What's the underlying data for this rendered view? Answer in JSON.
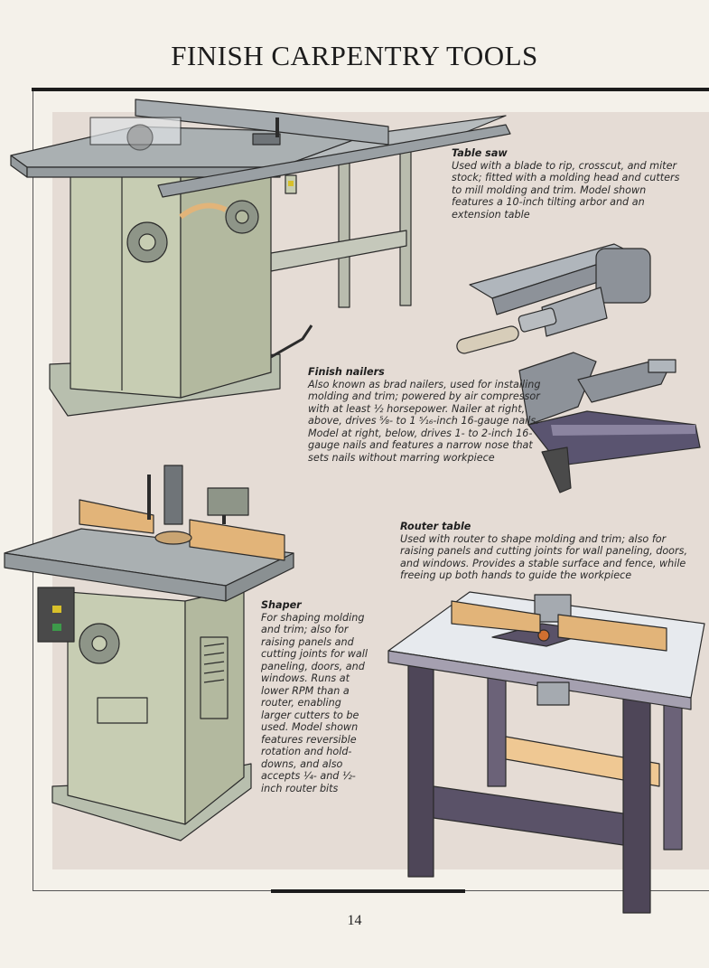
{
  "page": {
    "title": "FINISH CARPENTRY TOOLS",
    "page_number": "14"
  },
  "tools": {
    "table_saw": {
      "name": "Table saw",
      "description": "Used with a blade to rip, crosscut, and miter stock; fitted with a molding head and cutters to mill molding and trim. Model shown features a 10-inch tilting arbor and an extension table"
    },
    "finish_nailers": {
      "name": "Finish nailers",
      "description": "Also known as brad nailers, used for installing molding and trim; powered by air compressor with at least ½ horsepower. Nailer at right, above, drives ⅝- to 1 ⁵⁄₁₆-inch 16-gauge nails. Model at right, below, drives 1- to 2-inch 16-gauge nails and features a narrow nose that sets nails without marring workpiece"
    },
    "router_table": {
      "name": "Router table",
      "description": "Used with router to shape molding and trim; also for raising panels and cutting joints for wall paneling, doors, and windows. Provides a stable surface and fence, while freeing up both hands to guide the workpiece"
    },
    "shaper": {
      "name": "Shaper",
      "description": "For shaping molding and trim; also for raising panels and cutting joints for wall paneling, doors, and windows. Runs at lower RPM than a router, enabling larger cutters to be used. Model shown features reversible rotation and hold-downs, and also accepts ¼- and ½-inch router bits"
    }
  },
  "colors": {
    "panel_bg": "#e5dcd5",
    "machine_green": "#c7cdb3",
    "table_gray": "#aab0b2",
    "wood": "#e2b479",
    "router_leg": "#4e4658",
    "nailer_gray": "#8d9299"
  }
}
